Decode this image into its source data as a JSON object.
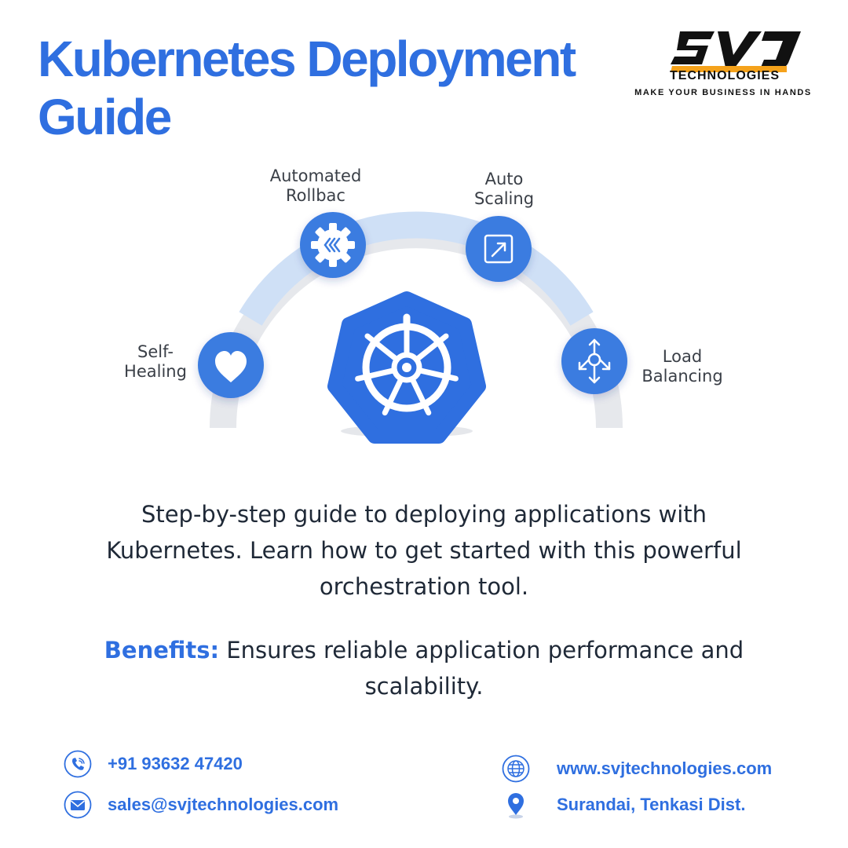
{
  "header": {
    "title_line1": "Kubernetes Deployment",
    "title_line2": "Guide"
  },
  "logo": {
    "mark": "SVJ",
    "name": "TECHNOLOGIES",
    "tagline": "Make Your Business in Hands"
  },
  "diagram": {
    "center_icon": "kubernetes-helm-icon",
    "features": [
      {
        "line1": "Self-",
        "line2": "Healing",
        "icon": "heart-icon"
      },
      {
        "line1": "Automated",
        "line2": "Rollbac",
        "icon": "gear-rollback-icon"
      },
      {
        "line1": "Auto",
        "line2": "Scaling",
        "icon": "scale-arrow-icon"
      },
      {
        "line1": "Load",
        "line2": "Balancing",
        "icon": "load-balance-arrows-icon"
      }
    ]
  },
  "description": "Step-by-step guide to deploying applications with Kubernetes. Learn how to get started with this powerful orchestration tool.",
  "benefits": {
    "label": "Benefits:",
    "text": " Ensures reliable application performance and scalability."
  },
  "contacts": {
    "phone": "+91 93632 47420",
    "email": "sales@svjtechnologies.com",
    "website": "www.svjtechnologies.com",
    "location": "Surandai, Tenkasi Dist."
  },
  "colors": {
    "brand_blue": "#2f6fe0",
    "icon_blue": "#3b7be0",
    "arc_light": "#cfe0f6",
    "arc_grey": "#e6e8ec",
    "logo_orange": "#f5a21b"
  }
}
